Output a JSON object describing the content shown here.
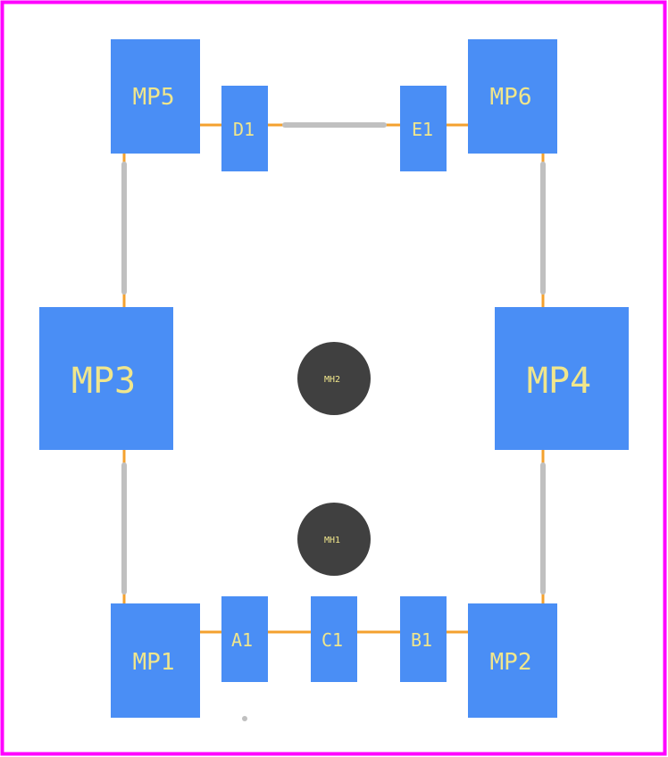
{
  "colors": {
    "border": "#ff00ff",
    "pad": "#4a8ef5",
    "pad_label": "#f0e68c",
    "orange_trace": "#f4a12e",
    "gray_trace": "#c0c0c0",
    "mounting_hole": "#404040"
  },
  "pads": {
    "mp5": "MP5",
    "mp6": "MP6",
    "mp3": "MP3",
    "mp4": "MP4",
    "mp1": "MP1",
    "mp2": "MP2",
    "d1": "D1",
    "e1": "E1",
    "a1": "A1",
    "c1": "C1",
    "b1": "B1"
  },
  "holes": {
    "mh2": "MH2",
    "mh1": "MH1"
  }
}
